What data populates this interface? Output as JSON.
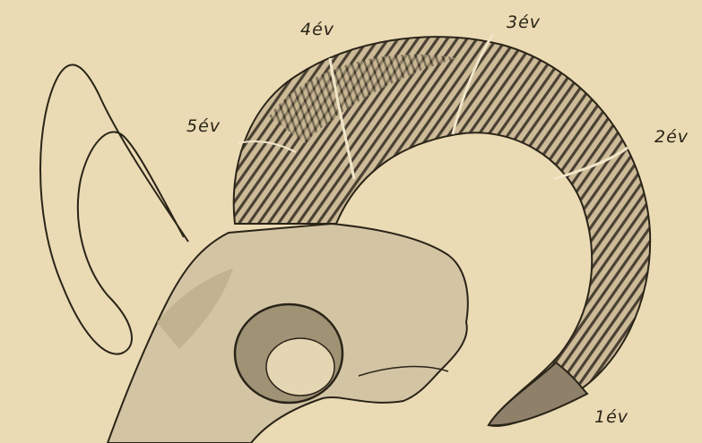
{
  "labels": {
    "year1": "1év",
    "year2": "2év",
    "year3": "3év",
    "year4": "4év",
    "year5": "5év"
  },
  "colors": {
    "paper": "#eadbb4",
    "ink": "#2a2418",
    "horn_fill": "#cbb896",
    "horn_shadow": "#5a4f3c",
    "skull_fill": "#d3c5a4"
  },
  "icons": {
    "figure": "ram-skull-with-horn-illustration"
  }
}
